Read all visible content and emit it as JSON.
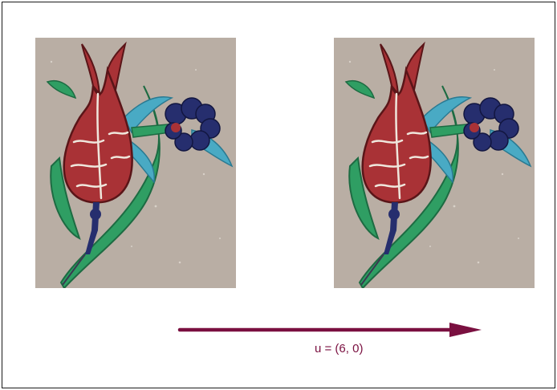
{
  "colors": {
    "frame_border": "#1a1a1a",
    "tile_background": "#b9aea4",
    "tulip_red": "#a93236",
    "tulip_outline": "#5a1518",
    "leaf_green": "#2f9e63",
    "leaf_dark": "#1d6b42",
    "leaf_blue": "#49aac4",
    "bloom_navy": "#262e6e",
    "arrow": "#7a1040"
  },
  "figure": {
    "original_tile": {
      "icon": "tulip-tile-motif"
    },
    "translated_tile": {
      "icon": "tulip-tile-motif"
    },
    "vector": {
      "label": "u = (6, 0)",
      "components": [
        6,
        0
      ]
    }
  }
}
